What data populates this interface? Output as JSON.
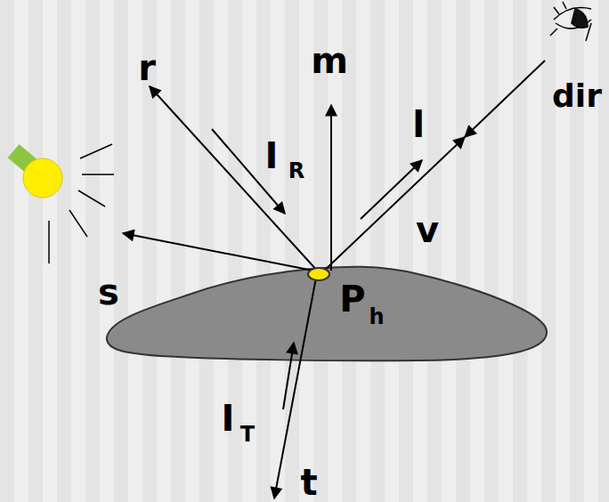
{
  "diagram": {
    "labels": [
      "r",
      "m",
      "l",
      "dir",
      "I",
      "R",
      "s",
      "v",
      "P",
      "h",
      "I",
      "T",
      "t"
    ]
  }
}
